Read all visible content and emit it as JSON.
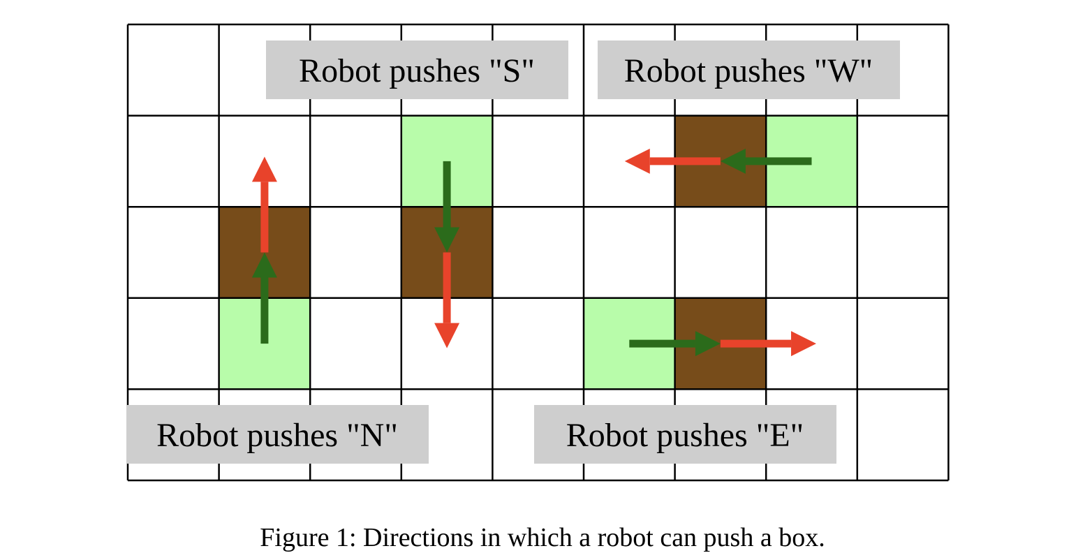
{
  "diagram": {
    "rows": 5,
    "cols": 9,
    "colors": {
      "grid_line": "#000000",
      "box": "#774C1A",
      "robot_cell": "#B8FCAA",
      "robot_arrow": "#2B6B1B",
      "box_arrow": "#E8432B",
      "label_bg": "#CECECE"
    },
    "pushes": [
      {
        "direction": "N",
        "robot_cell": [
          3,
          1
        ],
        "box_cell": [
          2,
          1
        ],
        "label": "Robot pushes \"N\""
      },
      {
        "direction": "S",
        "robot_cell": [
          1,
          3
        ],
        "box_cell": [
          2,
          3
        ],
        "label": "Robot pushes \"S\""
      },
      {
        "direction": "W",
        "robot_cell": [
          1,
          7
        ],
        "box_cell": [
          1,
          6
        ],
        "label": "Robot pushes \"W\""
      },
      {
        "direction": "E",
        "robot_cell": [
          3,
          5
        ],
        "box_cell": [
          3,
          6
        ],
        "label": "Robot pushes \"E\""
      }
    ]
  },
  "caption": "Figure 1: Directions in which a robot can push a box."
}
